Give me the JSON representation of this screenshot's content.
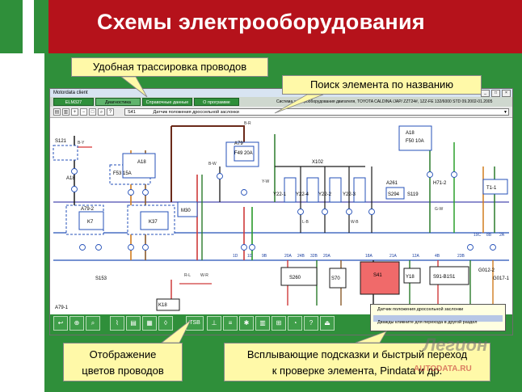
{
  "slide": {
    "title": "Схемы электрооборудования",
    "colors": {
      "header_red": "#b5121b",
      "panel_green": "#2f8f3a",
      "callout_yellow": "#fff9a8",
      "tooltip_bg": "#ffffe1"
    }
  },
  "callouts": {
    "wire_tracing": "Удобная трассировка проводов",
    "search_by_name": "Поиск элемента по названию",
    "wire_colors_line1": "Отображение",
    "wire_colors_line2": "цветов проводов",
    "tooltips_line1": "Всплывающие подсказки и быстрый переход",
    "tooltips_line2": "к проверке элемента, Pindata и др."
  },
  "app": {
    "window_title": "Motordata client",
    "window_buttons": [
      "_",
      "□",
      "×"
    ],
    "tabs": [
      "ELM327",
      "Диагностика",
      "Справочные данные",
      "О программе"
    ],
    "active_tab": 1,
    "vehicle_info": "Система электрооборудования двигателя, TOYOTA CALDINA /JAP/ ZZT24#, 1ZZ-FE 132/6000 STD 09.2002-01.2005",
    "search": {
      "element": "S41",
      "description": "Датчик положения дроссельной заслонки"
    }
  },
  "tooltip": {
    "line1": "Датчик положения дроссельной заслонки",
    "line2": "Дважды кликните для перехода в другой раздел"
  },
  "diagram": {
    "component_labels": [
      "S121",
      "A18",
      "F53 15A",
      "A79-2",
      "K7",
      "K37",
      "M30",
      "A79",
      "F49 20A",
      "X102",
      "Y22-1",
      "Y22-4",
      "Y22-2",
      "Y22-3",
      "A261",
      "S294",
      "A18",
      "F50 10A",
      "S119",
      "H71-2",
      "T1-1",
      "S153",
      "K18",
      "S260",
      "S70",
      "S41",
      "Y18",
      "S91-B1S1",
      "G012-2",
      "A79-1",
      "G017-1"
    ],
    "wire_labels": [
      "B-R",
      "B-Y",
      "R-L",
      "W-R",
      "G-W",
      "Y-W",
      "L-B",
      "W-B",
      "B-W"
    ],
    "terminal_numbers": [
      "1D",
      "1D",
      "9B",
      "20A",
      "24B",
      "32B",
      "20A",
      "18A",
      "21A",
      "12A",
      "4B",
      "23B",
      "19C",
      "8B",
      "2A"
    ]
  },
  "bottom_toolbar": {
    "tsb_label": "TSB",
    "icons": [
      "back-icon",
      "zoom-icon",
      "search-icon",
      "wire-icon",
      "print-icon",
      "grid-icon",
      "car-icon",
      "tsb-button",
      "pin-icon",
      "layers-icon",
      "settings-icon",
      "table-icon",
      "connector-icon",
      "gauge-icon",
      "help-icon",
      "exit-icon"
    ]
  },
  "watermark": {
    "logo": "Легион",
    "url": "AUTODATA.RU"
  }
}
